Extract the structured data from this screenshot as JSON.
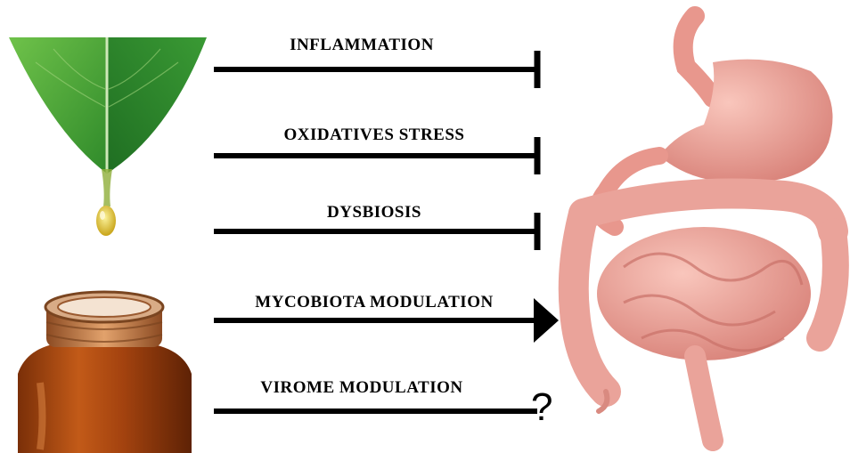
{
  "effects": [
    {
      "label": "INFLAMMATION",
      "type": "inhibit",
      "color": "#000000"
    },
    {
      "label": "OXIDATIVES  STRESS",
      "type": "inhibit",
      "color": "#000000"
    },
    {
      "label": "DYSBIOSIS",
      "type": "inhibit",
      "color": "#000000"
    },
    {
      "label": "MYCOBIOTA MODULATION",
      "type": "activate",
      "color": "#000000"
    },
    {
      "label": "VIROME MODULATION",
      "type": "unknown",
      "color": "#000000"
    }
  ],
  "unknown_marker": "?",
  "images": {
    "leaf": "leaf-with-oil-drop",
    "bottle": "amber-essential-oil-bottle",
    "organs": "digestive-tract-illustration"
  }
}
